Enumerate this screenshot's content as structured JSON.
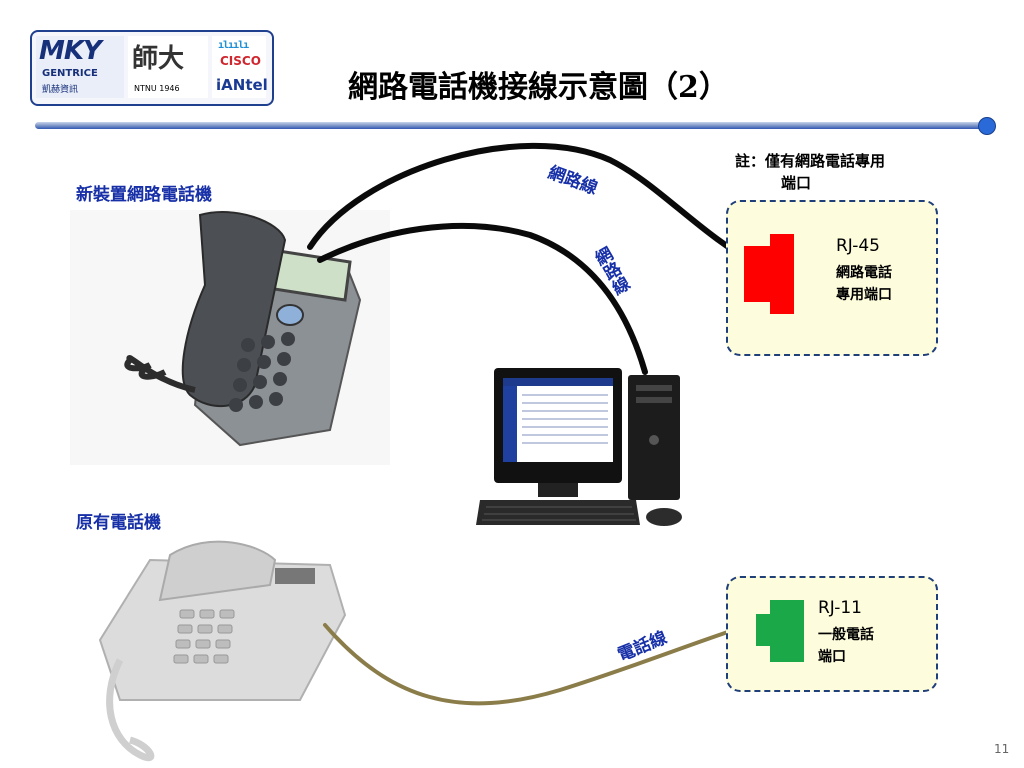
{
  "logo": {
    "mky_text": "MKY",
    "gentrice_text": "GENTRICE",
    "company_text": "凱赫資訊",
    "ntnu_text": "師大",
    "ntnu_code": "NTNU 1946",
    "cisco_text": "CISCO",
    "ian_prefix": "iAN",
    "ian_suffix": "tel"
  },
  "title": "網路電話機接線示意圖（2）",
  "note": {
    "line1": "註：僅有網路電話專用",
    "line2": "端口"
  },
  "labels": {
    "new_phone": "新裝置網路電話機",
    "old_phone": "原有電話機"
  },
  "cables": {
    "network1": "網路線",
    "network2": "網路線",
    "phone": "電話線"
  },
  "ports": {
    "rj45": {
      "name": "RJ-45",
      "desc1": "網路電話",
      "desc2": "專用端口",
      "color": "#ff0000"
    },
    "rj11": {
      "name": "RJ-11",
      "desc1": "一般電話",
      "desc2": "端口",
      "color": "#1aa848"
    }
  },
  "page_number": "11"
}
